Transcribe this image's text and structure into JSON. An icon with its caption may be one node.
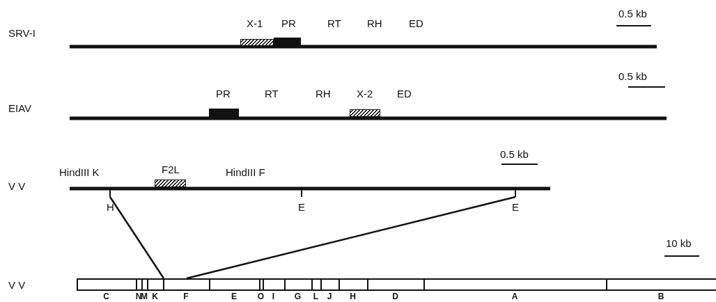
{
  "diagram": {
    "nodes": [
      {
        "text": [
          "X-1"
        ]
      },
      {
        "text": [
          "PR"
        ]
      },
      {
        "text": [
          "PR"
        ]
      },
      {
        "text": [
          "X-2"
        ]
      },
      {
        "text": [
          "F2L"
        ]
      },
      {
        "text": [
          "H"
        ]
      },
      {
        "text": [
          "E"
        ]
      },
      {
        "text": [
          "C"
        ]
      },
      {
        "text": [
          "N"
        ]
      },
      {
        "text": [
          "M"
        ]
      },
      {
        "text": [
          "K"
        ]
      },
      {
        "text": [
          "F"
        ]
      },
      {
        "text": [
          "E"
        ]
      },
      {
        "text": [
          "O"
        ]
      },
      {
        "text": [
          "I"
        ]
      },
      {
        "text": [
          "G"
        ]
      },
      {
        "text": [
          "L"
        ]
      },
      {
        "text": [
          "J"
        ]
      },
      {
        "text": [
          "H"
        ]
      },
      {
        "text": [
          "D"
        ]
      },
      {
        "text": [
          "A"
        ]
      },
      {
        "text": [
          "B"
        ]
      }
    ],
    "edges": [
      {
        "from": 5,
        "to": 11,
        "arrow": "none"
      },
      {
        "from": 6,
        "to": 11,
        "arrow": "none"
      }
    ],
    "labels": [
      "0.5 kb",
      "RT",
      "RH",
      "ED",
      "SRV-I",
      "0.5 kb",
      "RT",
      "RH",
      "ED",
      "EIAV",
      "0.5 kb",
      "HindIII K",
      "HindIII F",
      "V V",
      "E",
      "10 kb",
      "V V"
    ]
  }
}
